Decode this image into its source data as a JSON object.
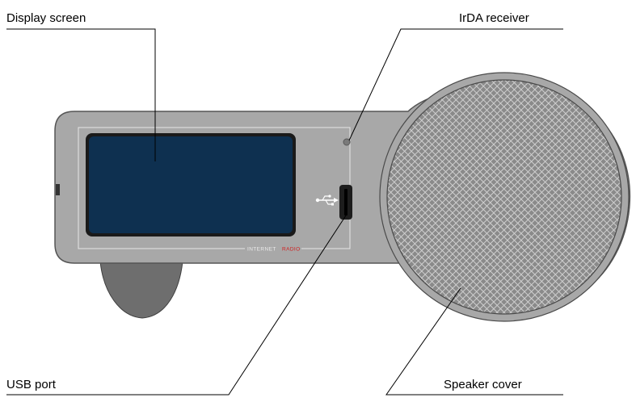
{
  "labels": {
    "display_screen": "Display screen",
    "irda_receiver": "IrDA receiver",
    "usb_port": "USB port",
    "speaker_cover": "Speaker cover"
  },
  "device": {
    "brand_internet": "INTERNET",
    "brand_radio": "RADIO"
  },
  "colors": {
    "body": "#a8a8a8",
    "body_stroke": "#555555",
    "screen": "#0e3050",
    "screen_bezel": "#1a1a1a",
    "panel_outline": "#e6e6e6",
    "stand": "#6e6e6e",
    "grille_bg": "#8a8a8a",
    "grille_mesh": "#cfcfcf",
    "accent_red": "#d11f1f"
  },
  "icons": {
    "usb": "usb-icon"
  }
}
